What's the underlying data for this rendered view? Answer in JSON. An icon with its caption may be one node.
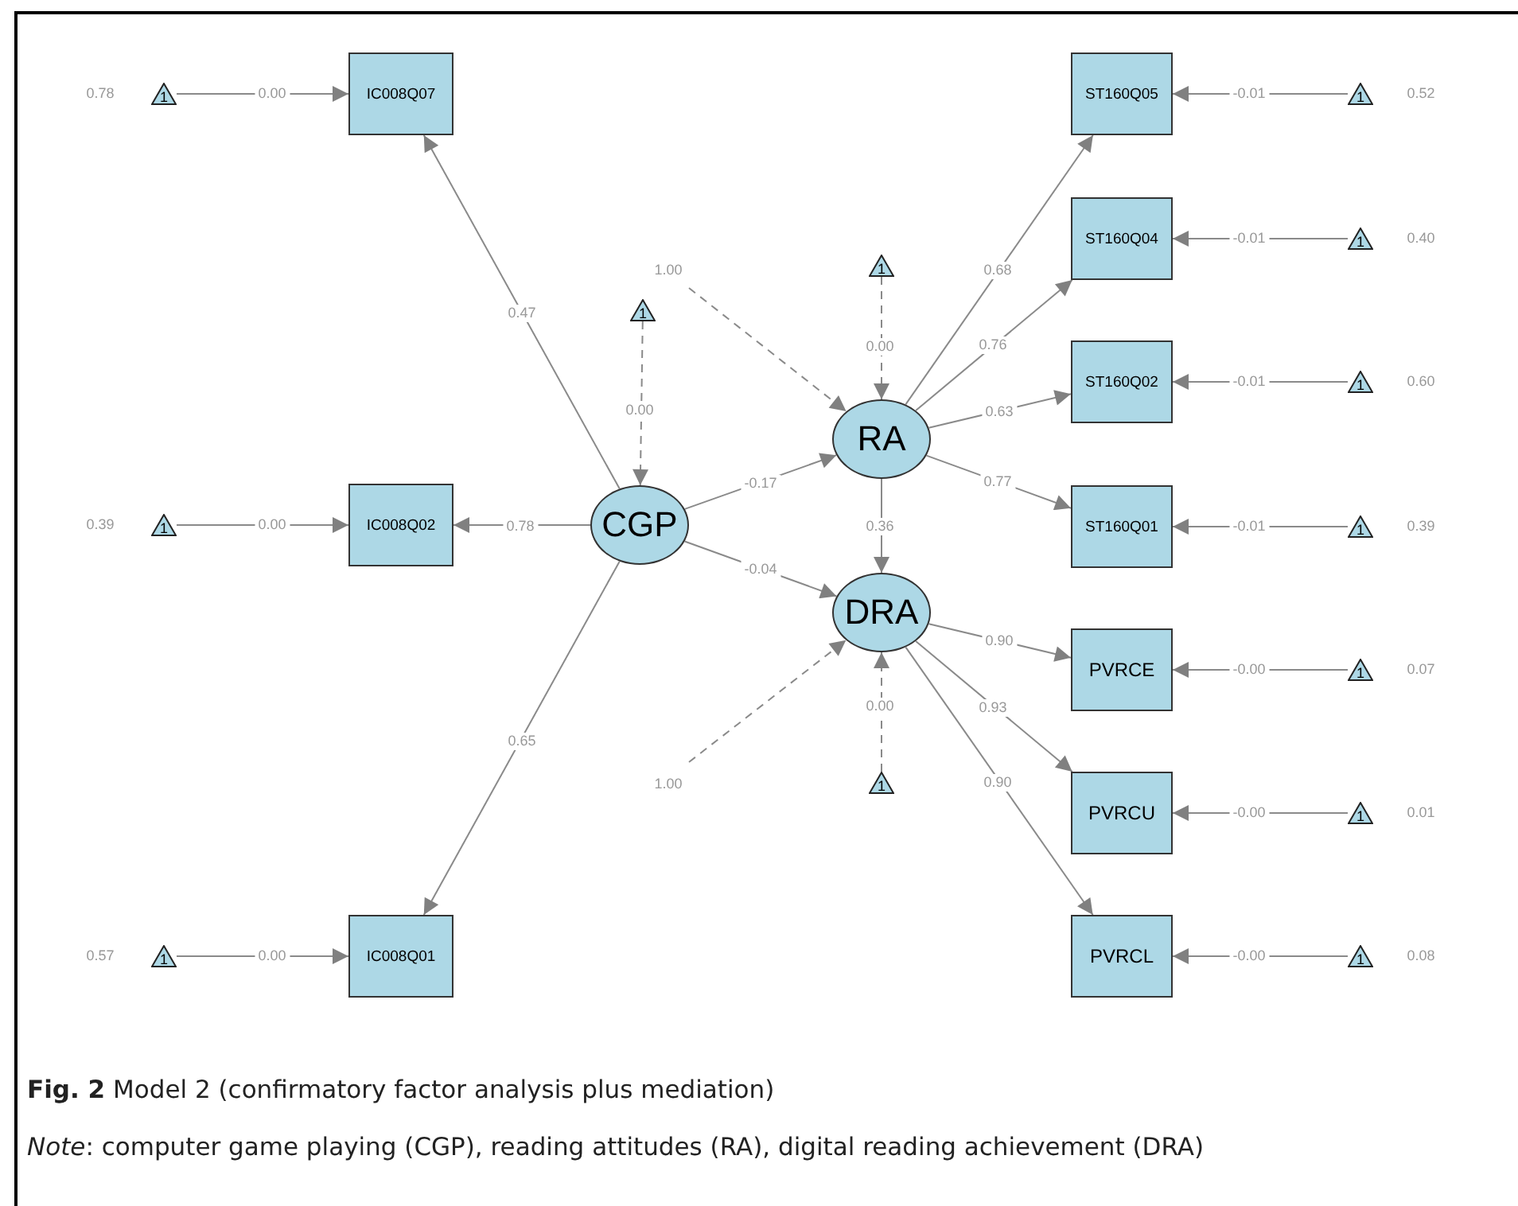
{
  "diagram": {
    "caption": "**Fig. 2** Model 2 (confirmatory factor analysis plus mediation)",
    "nodes": [
      {
        "text": [
          "IC008Q07"
        ]
      },
      {
        "text": [
          "IC008Q02"
        ]
      },
      {
        "text": [
          "IC008Q01"
        ]
      },
      {
        "text": [
          "CGP"
        ]
      },
      {
        "text": [
          "RA"
        ]
      },
      {
        "text": [
          "DRA"
        ]
      },
      {
        "text": [
          "ST160Q05"
        ]
      },
      {
        "text": [
          "ST160Q04"
        ]
      },
      {
        "text": [
          "ST160Q02"
        ]
      },
      {
        "text": [
          "ST160Q01"
        ]
      },
      {
        "text": [
          "PVRCE"
        ]
      },
      {
        "text": [
          "PVRCU"
        ]
      },
      {
        "text": [
          "PVRCL"
        ]
      },
      {
        "text": [
          "1"
        ],
        "beside": [
          "0.78"
        ]
      },
      {
        "text": [
          "1"
        ],
        "beside": [
          "0.39"
        ]
      },
      {
        "text": [
          "1"
        ],
        "beside": [
          "0.57"
        ]
      },
      {
        "text": [
          "1"
        ]
      },
      {
        "text": [
          "1"
        ]
      },
      {
        "text": [
          "1"
        ]
      },
      {
        "text": [
          "1"
        ],
        "beside": [
          "0.52"
        ]
      },
      {
        "text": [
          "1"
        ],
        "beside": [
          "0.40"
        ]
      },
      {
        "text": [
          "1"
        ],
        "beside": [
          "0.60"
        ]
      },
      {
        "text": [
          "1"
        ],
        "beside": [
          "0.39"
        ]
      },
      {
        "text": [
          "1"
        ],
        "beside": [
          "0.07"
        ]
      },
      {
        "text": [
          "1"
        ],
        "beside": [
          "0.01"
        ]
      },
      {
        "text": [
          "1"
        ],
        "beside": [
          "0.08"
        ]
      }
    ],
    "edges": [
      {
        "from": 13,
        "to": 0,
        "arrow": "to",
        "label": "0.00"
      },
      {
        "from": 14,
        "to": 1,
        "arrow": "to",
        "label": "0.00"
      },
      {
        "from": 15,
        "to": 2,
        "arrow": "to",
        "label": "0.00"
      },
      {
        "from": 3,
        "to": 0,
        "arrow": "to",
        "label": "0.47"
      },
      {
        "from": 3,
        "to": 1,
        "arrow": "to",
        "label": "0.78"
      },
      {
        "from": 3,
        "to": 2,
        "arrow": "to",
        "label": "0.65"
      },
      {
        "from": 16,
        "to": 3,
        "arrow": "to",
        "label": "0.00",
        "style": "dashed"
      },
      {
        "from": null,
        "to": 4,
        "arrow": "to",
        "label": "1.00",
        "style": "dashed"
      },
      {
        "from": 17,
        "to": 4,
        "arrow": "to",
        "label": "0.00",
        "style": "dashed"
      },
      {
        "from": 3,
        "to": 4,
        "arrow": "to",
        "label": "-0.17"
      },
      {
        "from": 3,
        "to": 5,
        "arrow": "to",
        "label": "-0.04"
      },
      {
        "from": 4,
        "to": 5,
        "arrow": "to",
        "label": "0.36"
      },
      {
        "from": null,
        "to": 5,
        "arrow": "to",
        "label": "1.00",
        "style": "dashed"
      },
      {
        "from": 18,
        "to": 5,
        "arrow": "to",
        "label": "0.00",
        "style": "dashed"
      },
      {
        "from": 4,
        "to": 6,
        "arrow": "to",
        "label": "0.68"
      },
      {
        "from": 4,
        "to": 7,
        "arrow": "to",
        "label": "0.76"
      },
      {
        "from": 4,
        "to": 8,
        "arrow": "to",
        "label": "0.63"
      },
      {
        "from": 4,
        "to": 9,
        "arrow": "to",
        "label": "0.77"
      },
      {
        "from": 5,
        "to": 10,
        "arrow": "to",
        "label": "0.90"
      },
      {
        "from": 5,
        "to": 11,
        "arrow": "to",
        "label": "0.93"
      },
      {
        "from": 5,
        "to": 12,
        "arrow": "to",
        "label": "0.90"
      },
      {
        "from": 19,
        "to": 6,
        "arrow": "to",
        "label": "-0.01"
      },
      {
        "from": 20,
        "to": 7,
        "arrow": "to",
        "label": "-0.01"
      },
      {
        "from": 21,
        "to": 8,
        "arrow": "to",
        "label": "-0.01"
      },
      {
        "from": 22,
        "to": 9,
        "arrow": "to",
        "label": "-0.01"
      },
      {
        "from": 23,
        "to": 10,
        "arrow": "to",
        "label": "-0.00"
      },
      {
        "from": 24,
        "to": 11,
        "arrow": "to",
        "label": "-0.00"
      },
      {
        "from": 25,
        "to": 12,
        "arrow": "to",
        "label": "-0.00"
      }
    ],
    "labels": [
      "*Note*: computer game playing (CGP), reading attitudes (RA), digital reading achievement (DRA)"
    ]
  }
}
